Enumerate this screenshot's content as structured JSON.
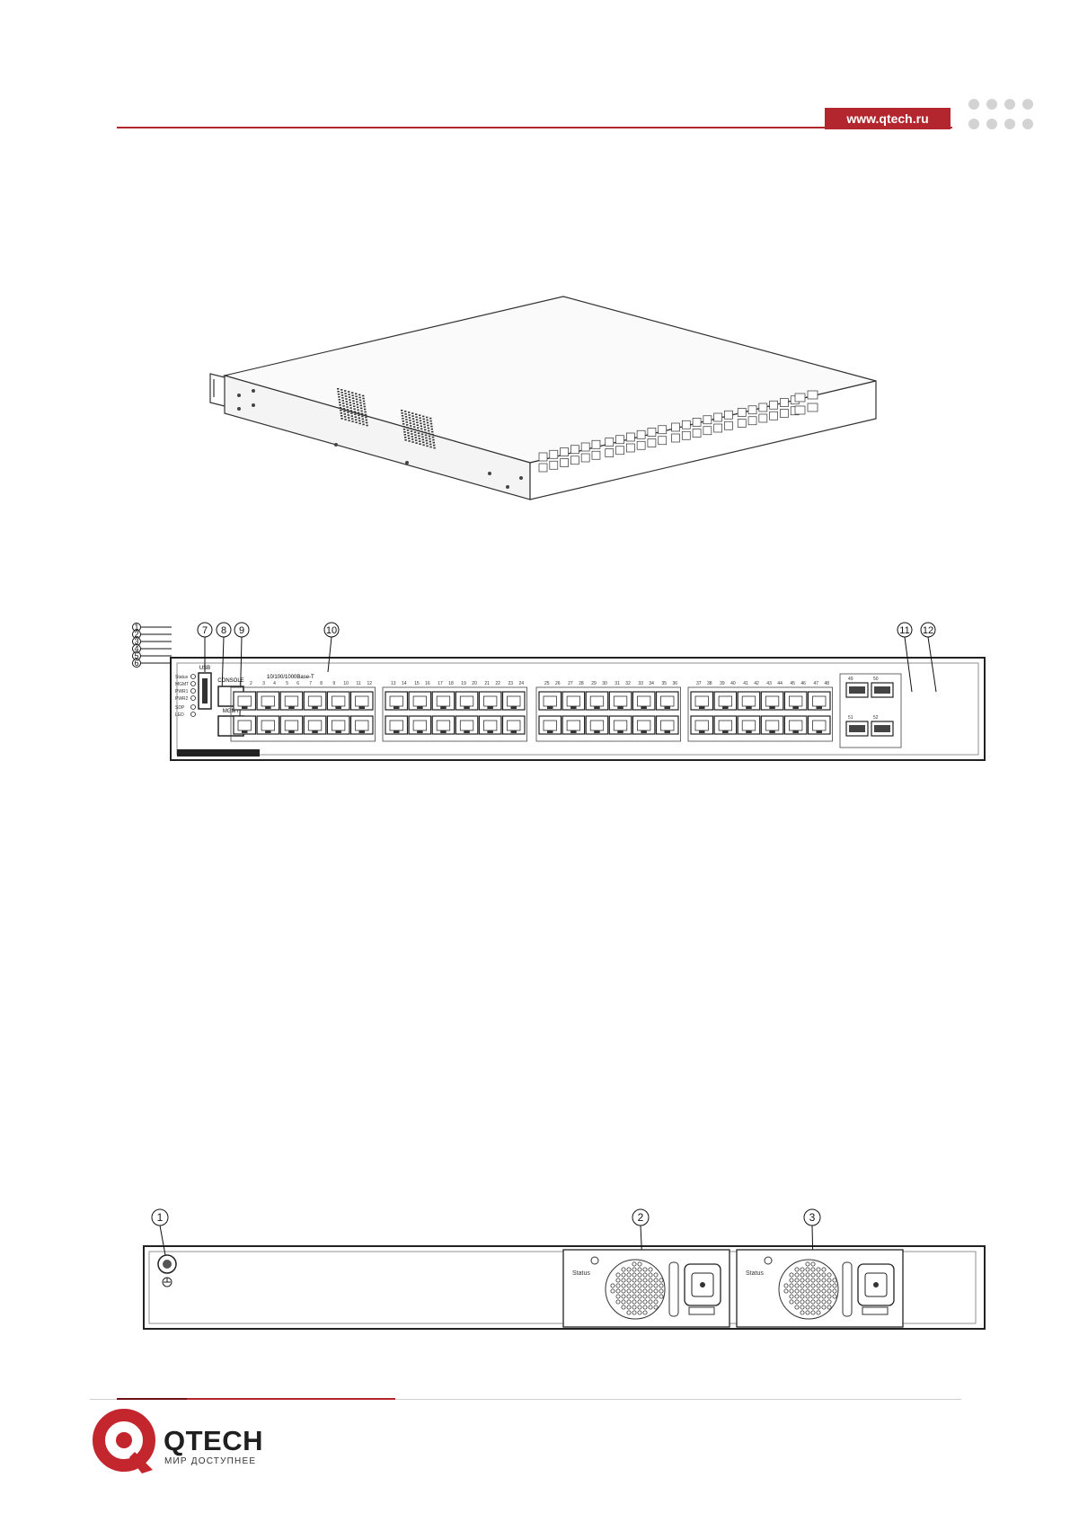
{
  "header": {
    "url": "www.qtech.ru",
    "accent_color": "#b3262e"
  },
  "figure_front": {
    "callouts": [
      "1",
      "2",
      "3",
      "4",
      "5",
      "6",
      "7",
      "8",
      "9",
      "10",
      "11",
      "12"
    ],
    "led_labels": [
      "Status",
      "MGMT",
      "PWR1",
      "PWR2",
      "SDP",
      "LED"
    ],
    "port_group_heading": "10/100/1000Base-T",
    "port_numbers": [
      "1",
      "2",
      "3",
      "4",
      "5",
      "6",
      "7",
      "8",
      "9",
      "10",
      "11",
      "12",
      "13",
      "14",
      "15",
      "16",
      "17",
      "18",
      "19",
      "20",
      "21",
      "22",
      "23",
      "24",
      "25",
      "26",
      "27",
      "28",
      "29",
      "30",
      "31",
      "32",
      "33",
      "34",
      "35",
      "36",
      "37",
      "38",
      "39",
      "40",
      "41",
      "42",
      "43",
      "44",
      "45",
      "46",
      "47",
      "48"
    ],
    "sfp_numbers": [
      "49",
      "50",
      "51",
      "52"
    ],
    "usb_label": "USB",
    "console_label": "CONSOLE",
    "mgmt_label": "MGMT"
  },
  "figure_rear": {
    "callouts": [
      "1",
      "2",
      "3"
    ],
    "psu_label": "Status"
  },
  "footer": {
    "logo_word": "QTECH",
    "logo_tagline": "МИР ДОСТУПНЕЕ"
  }
}
